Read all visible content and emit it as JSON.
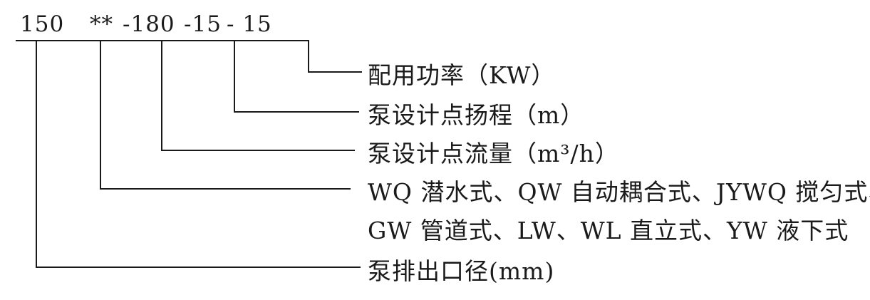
{
  "diagram": {
    "description_colors": {
      "line": "#1a1a1a",
      "background": "#ffffff"
    },
    "code": {
      "diameter": "150",
      "type": "**",
      "flow": "-180",
      "head": "-15",
      "power": "- 15"
    },
    "labels": {
      "power": "配用功率（KW）",
      "head": "泵设计点扬程（m）",
      "flow": "泵设计点流量（m³/h）",
      "type_line1": "WQ 潜水式、QW 自动耦合式、JYWQ 搅匀式、",
      "type_line2": "GW 管道式、LW、WL 直立式、YW  液下式",
      "diameter": "泵排出口径(mm)"
    }
  }
}
